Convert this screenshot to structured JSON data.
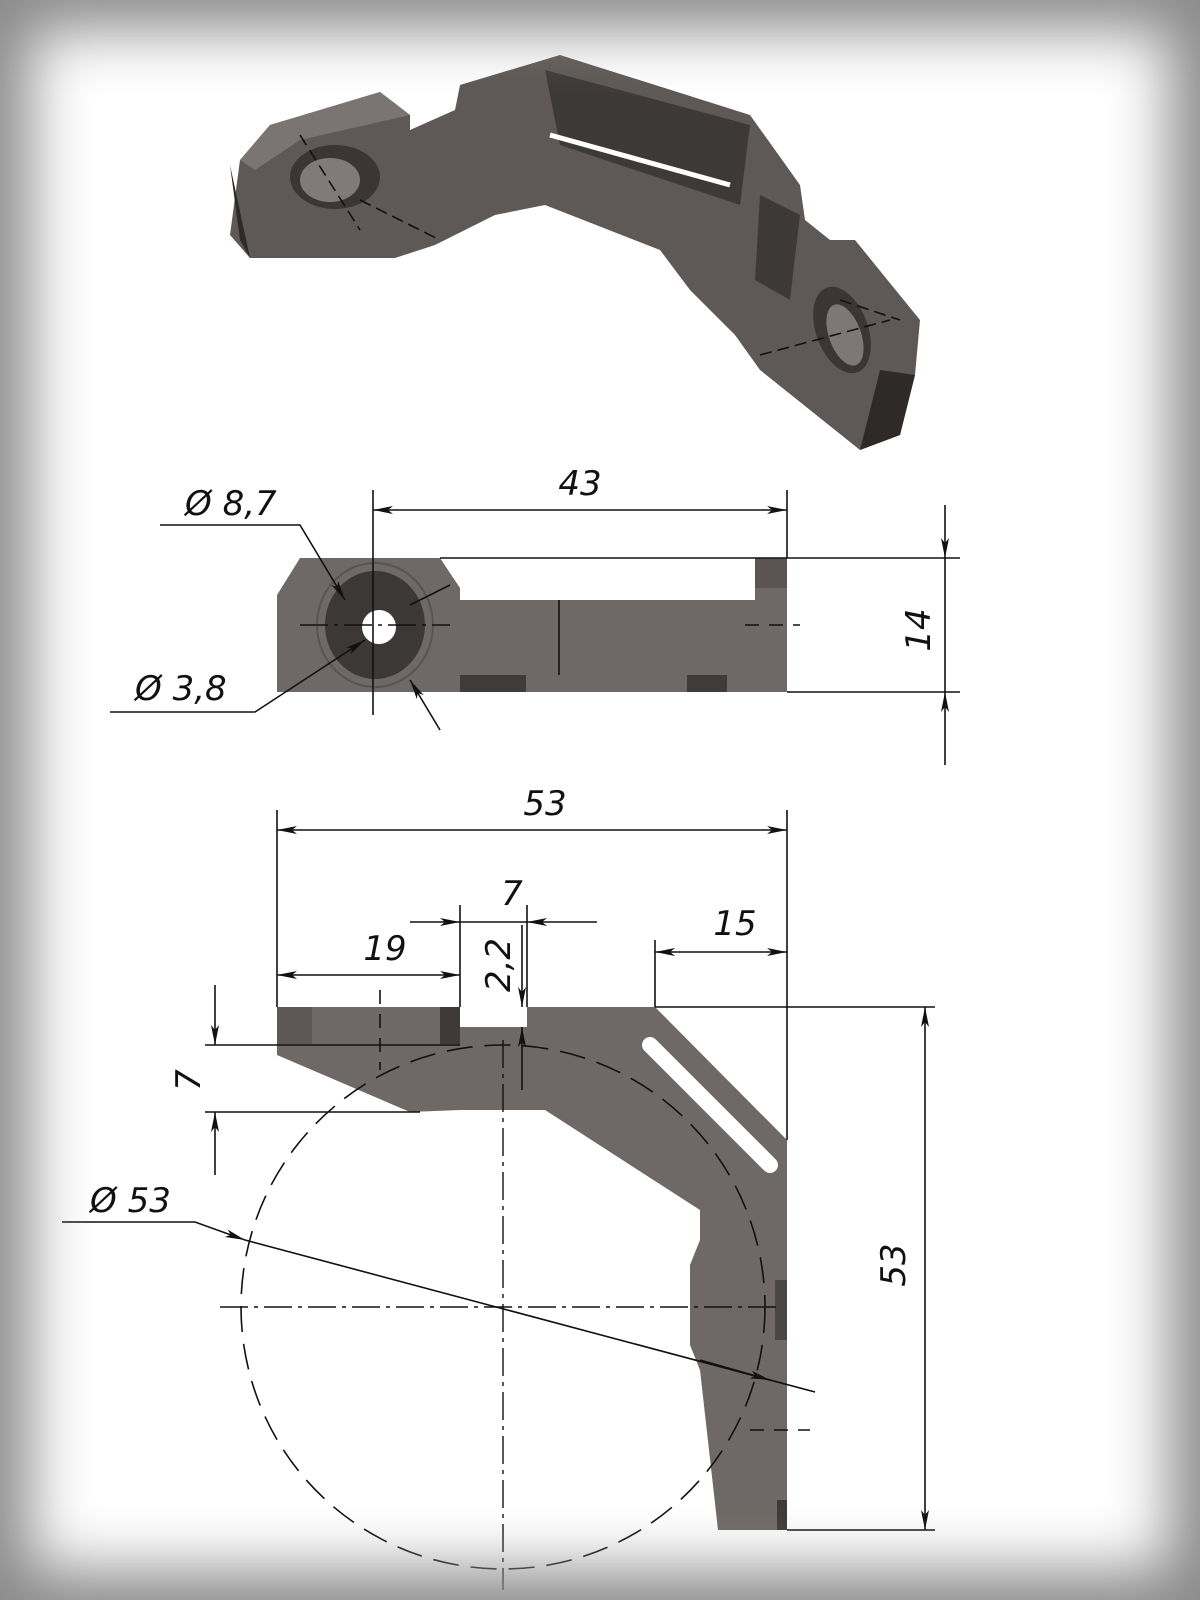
{
  "drawing": {
    "views": [
      "isometric",
      "side",
      "top"
    ],
    "colors": {
      "part": "#6f6a67",
      "part_dark": "#3e3a38",
      "line": "#111111"
    },
    "dimensions": {
      "hole_outer": "Ø 8,7",
      "hole_inner": "Ø 3,8",
      "side_length": "43",
      "height": "14",
      "overall_width": "53",
      "slot_width": "7",
      "slot_depth": "2,2",
      "left_length": "19",
      "right_offset": "15",
      "flange_thickness": "7",
      "arc_diameter": "Ø 53",
      "overall_height": "53"
    }
  }
}
